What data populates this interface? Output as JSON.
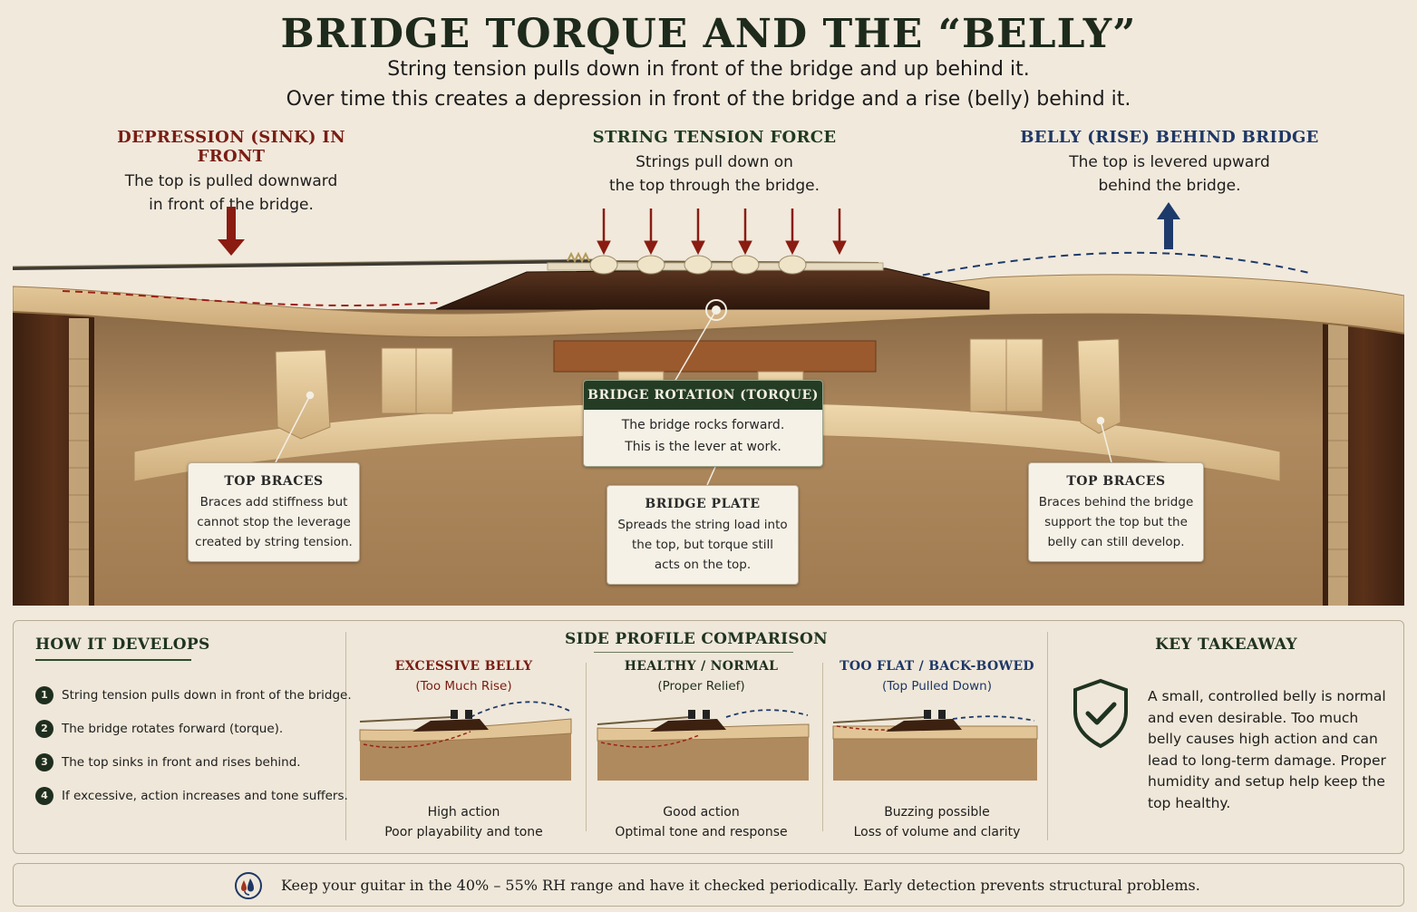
{
  "title": "BRIDGE TORQUE AND THE “BELLY”",
  "subtitle_line1": "String tension pulls down in front of the bridge and up behind it.",
  "subtitle_line2": "Over time this creates a depression in front of the bridge and a rise (belly) behind it.",
  "callouts": {
    "depression": {
      "title": "DEPRESSION (SINK) IN FRONT",
      "line1": "The top is pulled downward",
      "line2": "in front of the bridge."
    },
    "tension": {
      "title": "STRING TENSION FORCE",
      "line1": "Strings pull down on",
      "line2": "the top through the bridge."
    },
    "belly": {
      "title": "BELLY (RISE) BEHIND BRIDGE",
      "line1": "The top is levered upward",
      "line2": "behind the bridge."
    }
  },
  "labels": {
    "torque": {
      "title": "BRIDGE ROTATION (TORQUE)",
      "line1": "The bridge rocks forward.",
      "line2": "This is the lever at work."
    },
    "braces_left": {
      "title": "TOP BRACES",
      "line1": "Braces add stiffness but",
      "line2": "cannot stop the leverage",
      "line3": "created by string tension."
    },
    "bridge_plate": {
      "title": "BRIDGE PLATE",
      "line1": "Spreads the string load into",
      "line2": "the top, but torque still",
      "line3": "acts on the top."
    },
    "braces_right": {
      "title": "TOP BRACES",
      "line1": "Braces behind the bridge",
      "line2": "support the top but the",
      "line3": "belly can still develop."
    }
  },
  "how_it_develops": {
    "title": "HOW IT DEVELOPS",
    "steps": [
      {
        "num": "1",
        "text": "String tension pulls down in front of the bridge."
      },
      {
        "num": "2",
        "text": "The bridge rotates forward (torque)."
      },
      {
        "num": "3",
        "text": "The top sinks in front and rises behind."
      },
      {
        "num": "4",
        "text": "If excessive, action increases and tone suffers."
      }
    ]
  },
  "comparison": {
    "title": "SIDE PROFILE COMPARISON",
    "columns": [
      {
        "title": "EXCESSIVE BELLY",
        "subtitle": "(Too Much Rise)",
        "note1": "High action",
        "note2": "Poor playability and tone"
      },
      {
        "title": "HEALTHY / NORMAL",
        "subtitle": "(Proper Relief)",
        "note1": "Good action",
        "note2": "Optimal tone and response"
      },
      {
        "title": "TOO FLAT / BACK-BOWED",
        "subtitle": "(Top Pulled Down)",
        "note1": "Buzzing possible",
        "note2": "Loss of volume and clarity"
      }
    ]
  },
  "key_takeaway": {
    "title": "KEY TAKEAWAY",
    "text": "A small, controlled belly is normal and even desirable. Too much belly causes high action and can lead to long-term damage. Proper humidity and setup help keep the top healthy.",
    "icon": "shield-check-icon"
  },
  "footer": {
    "icon": "humidity-drops-icon",
    "text": "Keep your guitar in the 40% – 55% RH range and have it checked periodically. Early detection prevents structural problems."
  },
  "colors": {
    "depression_red": "#7a1d14",
    "tension_green": "#1f3a1f",
    "belly_blue": "#1e3766",
    "arrow_red": "#8a1c12",
    "arrow_blue": "#1e3a6a"
  }
}
